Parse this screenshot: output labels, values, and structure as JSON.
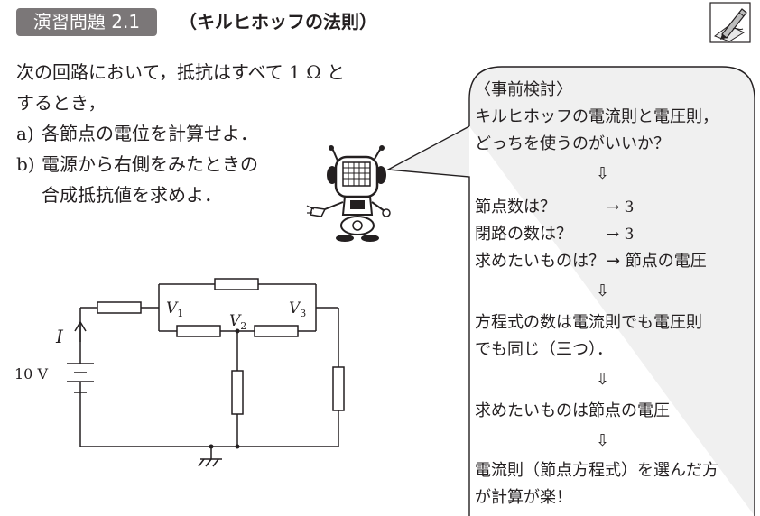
{
  "header": {
    "badge": "演習問題 2.1",
    "title": "（キルヒホッフの法則）",
    "badge_color": "#7b7778",
    "icon": "pencil-writing-icon"
  },
  "problem": {
    "intro_line1": "次の回路において，抵抗はすべて 1 Ω と",
    "intro_line2": "するとき，",
    "a_label": "a)",
    "a_text": "各節点の電位を計算せよ．",
    "b_label": "b)",
    "b_text_line1": "電源から右側をみたときの",
    "b_text_line2": "合成抵抗値を求めよ．"
  },
  "circuit": {
    "current_label": "I",
    "source_label": "10 V",
    "v1": "V",
    "v1_sub": "1",
    "v2": "V",
    "v2_sub": "2",
    "v3": "V",
    "v3_sub": "3"
  },
  "bubble": {
    "heading": "〈事前検討〉",
    "q_line1": "キルヒホッフの電流則と電圧則，",
    "q_line2": "どっちを使うのがいいか？",
    "nodes_q": "節点数は？",
    "nodes_a": "→ 3",
    "loops_q": "閉路の数は？",
    "loops_a": "→ 3",
    "want_q": "求めたいものは？",
    "want_a": "→ 節点の電圧",
    "eq_line1": "方程式の数は電流則でも電圧則",
    "eq_line2": "でも同じ（三つ）．",
    "want2": "求めたいものは節点の電圧",
    "concl_line1": "電流則（節点方程式）を選んだ方",
    "concl_line2": "が計算が楽！",
    "arrow_glyph": "⇩"
  }
}
